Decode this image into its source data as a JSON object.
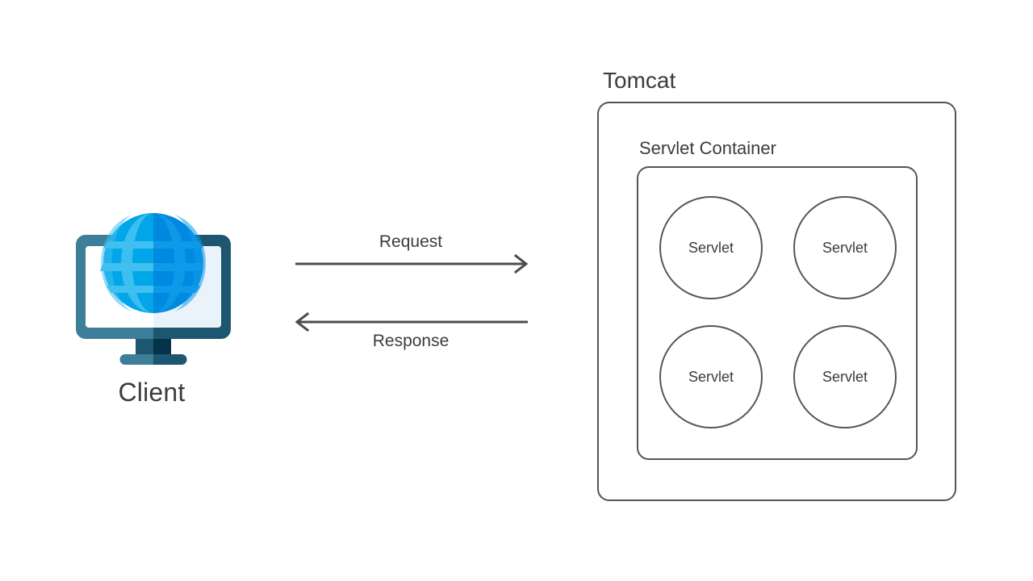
{
  "diagram": {
    "title_visible": false,
    "background": "#ffffff",
    "stroke_color": "#555555",
    "text_color": "#3c3c3c"
  },
  "client": {
    "label": "Client",
    "icon": "globe-monitor-icon",
    "colors": {
      "monitor_frame_left": "#3d7e99",
      "monitor_frame_right": "#1d5670",
      "screen_left": "#ffffff",
      "screen_right": "#eaf2fa",
      "stand_left": "#1d5670",
      "stand_right": "#06324a",
      "base_left": "#3d7e99",
      "base_right": "#1d5670",
      "globe_left": "#00a6e8",
      "globe_right": "#0089e0",
      "globe_grid_left": "#3fc0f0",
      "globe_grid_right": "#0e9ae8"
    }
  },
  "flow": {
    "request": {
      "label": "Request",
      "direction": "right",
      "from": "client",
      "to": "tomcat"
    },
    "response": {
      "label": "Response",
      "direction": "left",
      "from": "tomcat",
      "to": "client"
    },
    "arrow_color": "#4d4d4d"
  },
  "tomcat": {
    "title": "Tomcat",
    "servlet_container": {
      "title": "Servlet Container",
      "servlets": [
        {
          "label": "Servlet"
        },
        {
          "label": "Servlet"
        },
        {
          "label": "Servlet"
        },
        {
          "label": "Servlet"
        }
      ]
    }
  }
}
